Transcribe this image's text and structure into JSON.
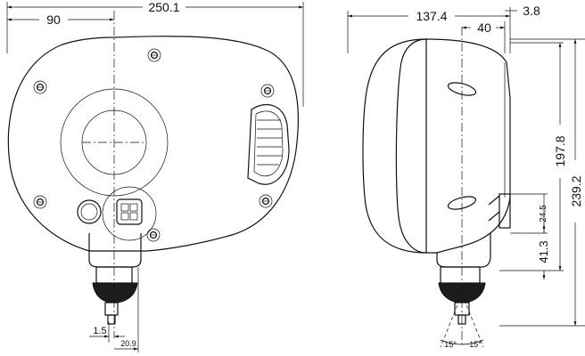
{
  "front_view": {
    "dimensions": {
      "overall_width": "250.1",
      "center_offset": "90",
      "offset_small": "1.5",
      "stud_width": "20.9"
    }
  },
  "side_view": {
    "dimensions": {
      "depth": "137.4",
      "mount_offset": "40",
      "flange": "3.8",
      "height_total": "239.2",
      "height_upper": "197.8",
      "height_lower": "41.3",
      "bracket": "24.5",
      "angle_left": "15°",
      "angle_right": "15°"
    }
  }
}
